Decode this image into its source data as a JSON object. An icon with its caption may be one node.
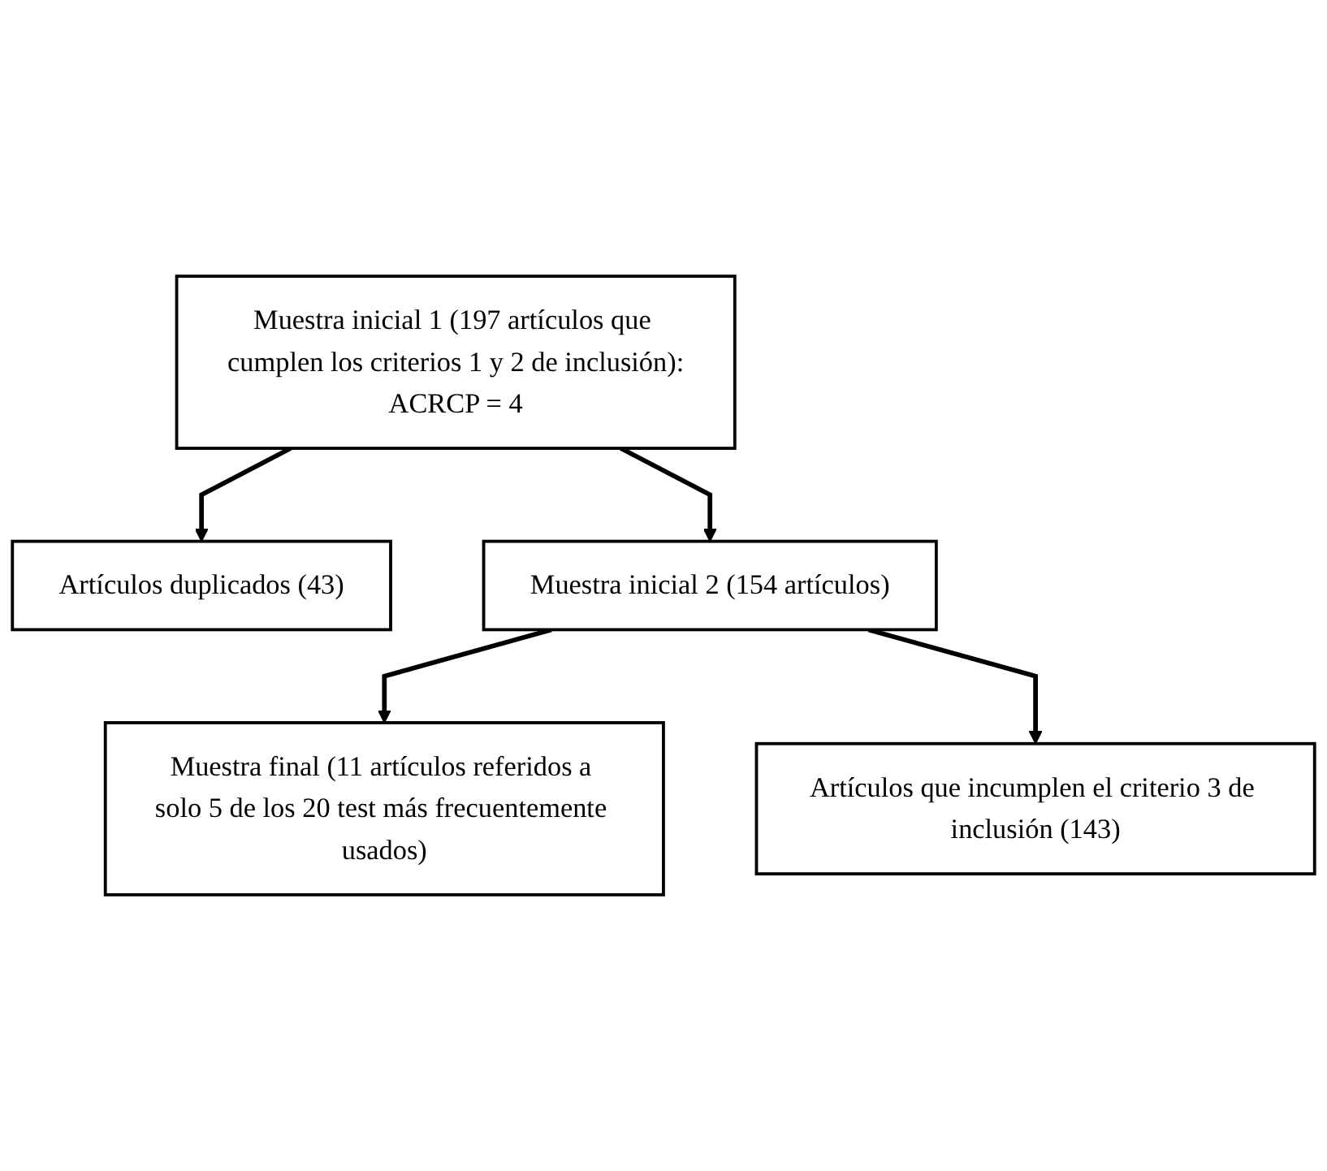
{
  "diagram": {
    "nodes": [
      {
        "text": [
          "Muestra inicial 1 (197 artículos que cumplen los criterios 1 y 2 de inclusión):",
          "ACRCP = 4"
        ]
      },
      {
        "text": [
          "Artículos duplicados (43)"
        ]
      },
      {
        "text": [
          "Muestra inicial 2 (154 artículos)"
        ]
      },
      {
        "text": [
          "Artículos que incumplen el criterio 3 de inclusión (143)"
        ]
      },
      {
        "text": [
          "Muestra final (11 artículos referidos a solo 5 de los 20 test más frecuentemente usados)"
        ]
      }
    ],
    "edges": [
      {
        "from": 0,
        "to": 2,
        "arrow": "to"
      },
      {
        "from": 0,
        "to": 1,
        "arrow": "to"
      },
      {
        "from": 2,
        "to": 4,
        "arrow": "to"
      },
      {
        "from": 2,
        "to": 3,
        "arrow": "to"
      }
    ]
  }
}
